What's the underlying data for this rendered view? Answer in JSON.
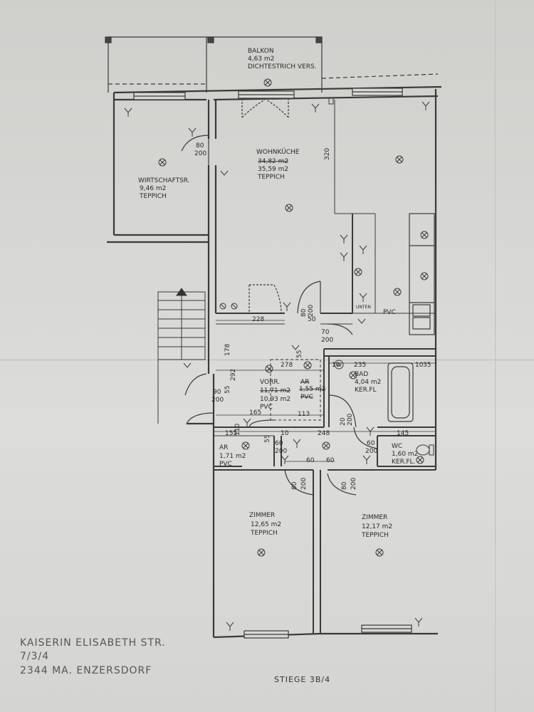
{
  "rooms": {
    "balkon": {
      "name": "BALKON",
      "area": "4,63 m2",
      "floor": "DICHTESTRICH VERS."
    },
    "wohnkueche": {
      "name": "WOHNKÜCHE",
      "area_old": "34,82 m2",
      "area": "35,59 m2",
      "floor": "TEPPICH"
    },
    "wirtschaftsr": {
      "name": "WIRTSCHAFTSR.",
      "area": "9,46 m2",
      "floor": "TEPPICH"
    },
    "vorr": {
      "name": "VORR.",
      "area_old": "11,71 m2",
      "area": "10,93 m2",
      "floor": "PVC"
    },
    "ar_mid": {
      "name": "AR",
      "area": "1,55 m2",
      "floor": "PVC"
    },
    "bad": {
      "name": "BAD",
      "area": "4,04 m2",
      "floor": "KER.FL"
    },
    "ar_left": {
      "name": "AR",
      "area": "1,71 m2",
      "floor": "PVC"
    },
    "wc": {
      "name": "WC",
      "area": "1,60 m2",
      "floor": "KER.FL."
    },
    "zimmer_left": {
      "name": "ZIMMER",
      "area": "12,65 m2",
      "floor": "TEPPICH"
    },
    "zimmer_right": {
      "name": "ZIMMER",
      "area": "12,17 m2",
      "floor": "TEPPICH"
    },
    "kitchen_floor": "PVC"
  },
  "labels": {
    "unten": "UNTEN",
    "w": "W"
  },
  "dimensions": {
    "d320": "320",
    "d80_200_top": "80",
    "d80_200_top_b": "200",
    "d228": "228",
    "d80_door": "80",
    "d200_door": "200",
    "d50": "50",
    "d70": "70",
    "d200_b": "200",
    "d55": "55",
    "d10": "10",
    "d235": "235",
    "d10b": "10",
    "d35": "35",
    "d278": "278",
    "d55b": "55",
    "d292": "292",
    "d90": "90",
    "d200_c": "200",
    "d165": "165",
    "d113": "113",
    "d20": "20",
    "d200_d": "200",
    "d145": "145",
    "d155": "155",
    "d110": "110",
    "d10c": "10",
    "d248": "248",
    "d60a": "60",
    "d200_e": "200",
    "d60b": "60",
    "d200_f": "200",
    "d55c": "55",
    "d60c": "60",
    "d60d": "60",
    "d80a": "80",
    "d200_g": "200",
    "d80b": "80",
    "d200_h": "200",
    "d178": "178"
  },
  "address": {
    "line1": "KAISERIN ELISABETH STR.",
    "line2": "7/3/4",
    "line3": "2344 MA. ENZERSDORF"
  },
  "stiege": "STIEGE 3B/4"
}
